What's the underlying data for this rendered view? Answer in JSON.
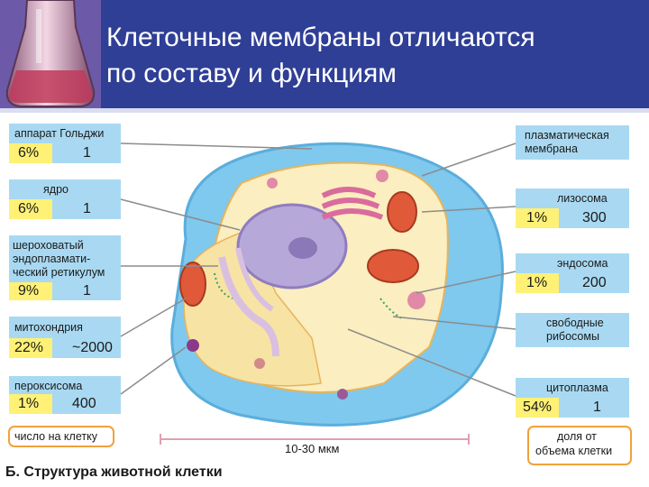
{
  "title": {
    "line1": "Клеточные мембраны отличаются",
    "line2": "по составу и функциям"
  },
  "left_labels": [
    {
      "name": "аппарат Гольджи",
      "percent": "6%",
      "count": "1"
    },
    {
      "name": "ядро",
      "percent": "6%",
      "count": "1"
    },
    {
      "name_lines": [
        "шероховатый",
        "эндоплазмати-",
        "ческий ретикулум"
      ],
      "percent": "9%",
      "count": "1"
    },
    {
      "name": "митохондрия",
      "percent": "22%",
      "count": "~2000"
    },
    {
      "name": "пероксисома",
      "percent": "1%",
      "count": "400"
    }
  ],
  "left_key": "число на клетку",
  "right_labels": [
    {
      "name_lines": [
        "плазматическая",
        "мембрана"
      ]
    },
    {
      "name": "лизосома",
      "percent": "1%",
      "count": "300"
    },
    {
      "name": "эндосома",
      "percent": "1%",
      "count": "200"
    },
    {
      "name_lines": [
        "свободные",
        "рибосомы"
      ]
    },
    {
      "name": "цитоплазма",
      "percent": "54%",
      "count": "1"
    }
  ],
  "right_key": [
    "доля от",
    "объема клетки"
  ],
  "scale_label": "10-30 мкм",
  "caption": "Б. Структура животной клетки",
  "colors": {
    "header_bg": "#2f3f96",
    "label_box_blue": "#a9d9f2",
    "label_box_yellow": "#fff176",
    "cell_outer": "#7fc8ee",
    "cytoplasm": "#fbeec0",
    "nucleus": "#b6a8d8",
    "mitochondria": "#e05a3a",
    "golgi": "#d96c9c",
    "key_border": "#f0a23a"
  }
}
